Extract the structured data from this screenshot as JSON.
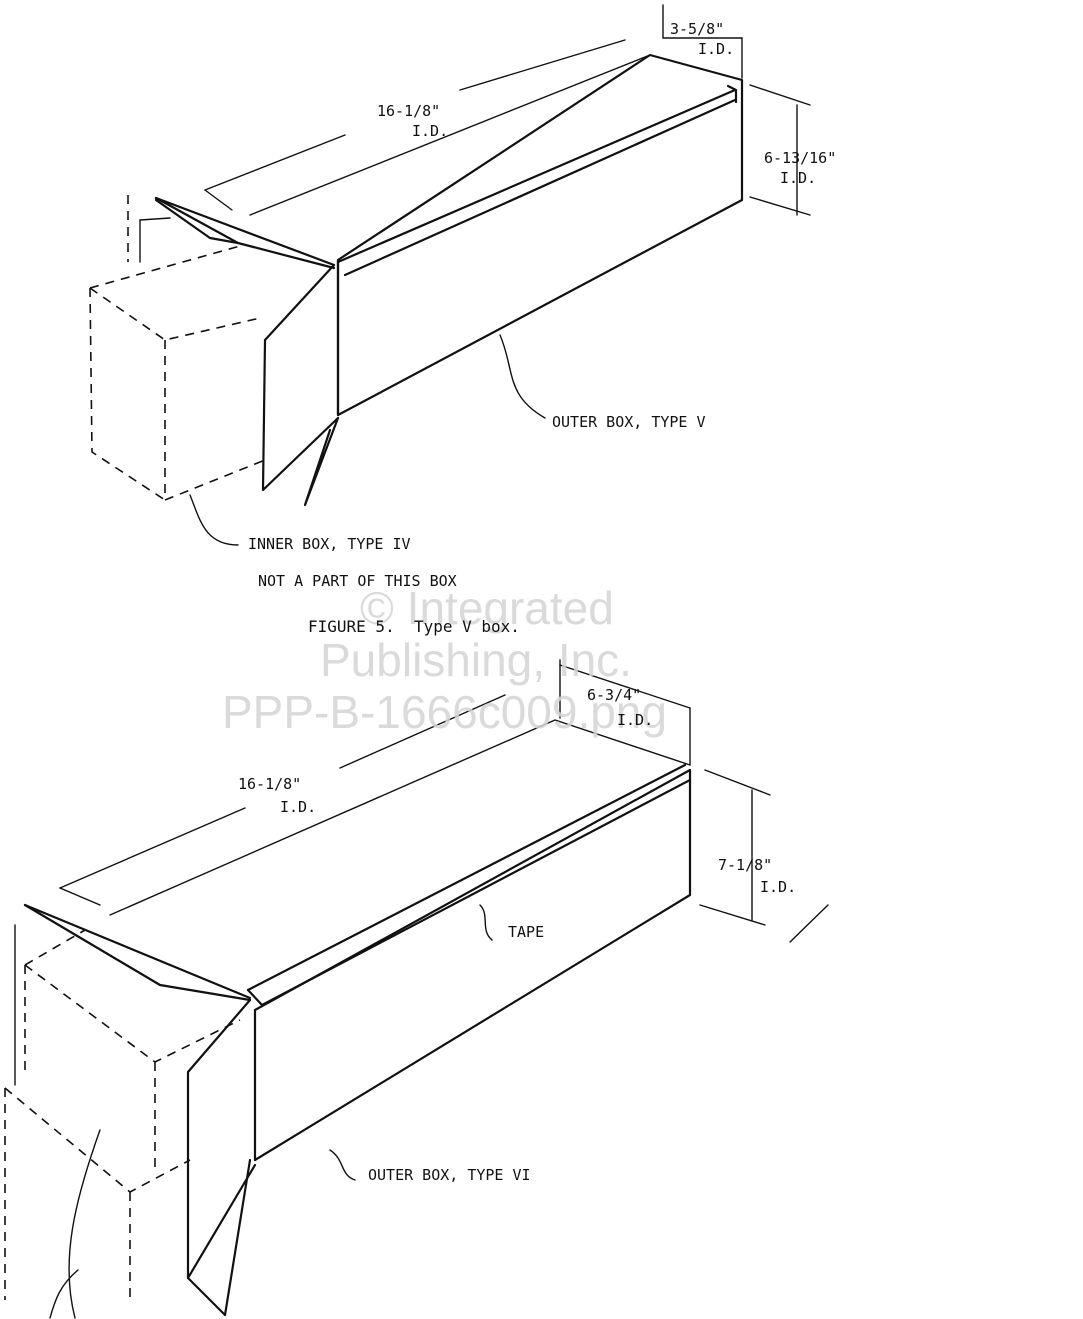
{
  "figure5": {
    "caption": "FIGURE 5.  Type V box.",
    "dims": {
      "length": "16-1/8\"",
      "length_id": "I.D.",
      "width": "3-5/8\"",
      "width_id": "I.D.",
      "height": "6-13/16\"",
      "height_id": "I.D."
    },
    "callouts": {
      "outer_box": "OUTER BOX, TYPE V",
      "inner_box": "INNER BOX, TYPE IV",
      "inner_note": "NOT A PART OF THIS BOX"
    }
  },
  "figure6": {
    "dims": {
      "length": "16-1/8\"",
      "length_id": "I.D.",
      "width": "6-3/4\"",
      "width_id": "I.D.",
      "height": "7-1/8\"",
      "height_id": "I.D."
    },
    "callouts": {
      "tape": "TAPE",
      "outer_box": "OUTER BOX, TYPE VI"
    }
  },
  "watermark": {
    "line1": "© Integrated",
    "line2": "Publishing, Inc.",
    "line3": "PPP-B-1666c009.png"
  },
  "colors": {
    "ink": "#111111",
    "paper": "#ffffff",
    "watermark": "#d4d4d4"
  }
}
